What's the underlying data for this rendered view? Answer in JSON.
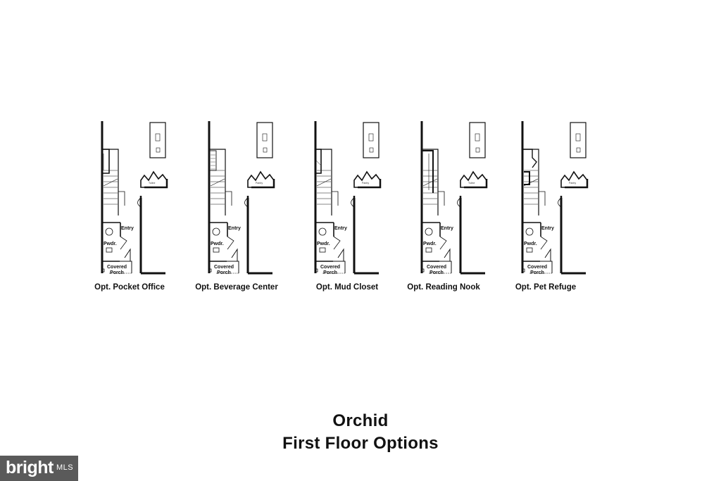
{
  "options": [
    {
      "caption": "Opt. Pocket Office",
      "entry": "Entry",
      "pwdr": "Pwdr.",
      "covered_porch": "Covered\nPorch",
      "room_label": "Tuline",
      "variant": "pocket-office"
    },
    {
      "caption": "Opt. Beverage Center",
      "entry": "Entry",
      "pwdr": "Pwdr.",
      "covered_porch": "Covered\nPorch",
      "room_label": "Pantry",
      "variant": "beverage-center"
    },
    {
      "caption": "Opt. Mud Closet",
      "entry": "Entry",
      "pwdr": "Pwdr.",
      "covered_porch": "Covered\nPorch",
      "room_label": "Pantry",
      "variant": "mud-closet"
    },
    {
      "caption": "Opt. Reading Nook",
      "entry": "Entry",
      "pwdr": "Pwdr.",
      "covered_porch": "Covered\nPorch",
      "room_label": "Tuline",
      "variant": "reading-nook"
    },
    {
      "caption": "Opt. Pet Refuge",
      "entry": "Entry",
      "pwdr": "Pwdr.",
      "covered_porch": "Covered\nPorch",
      "room_label": "Pantry",
      "variant": "pet-refuge"
    }
  ],
  "title": {
    "line1": "Orchid",
    "line2": "First Floor Options"
  },
  "watermark": {
    "text": "bright",
    "mls": "MLS"
  }
}
